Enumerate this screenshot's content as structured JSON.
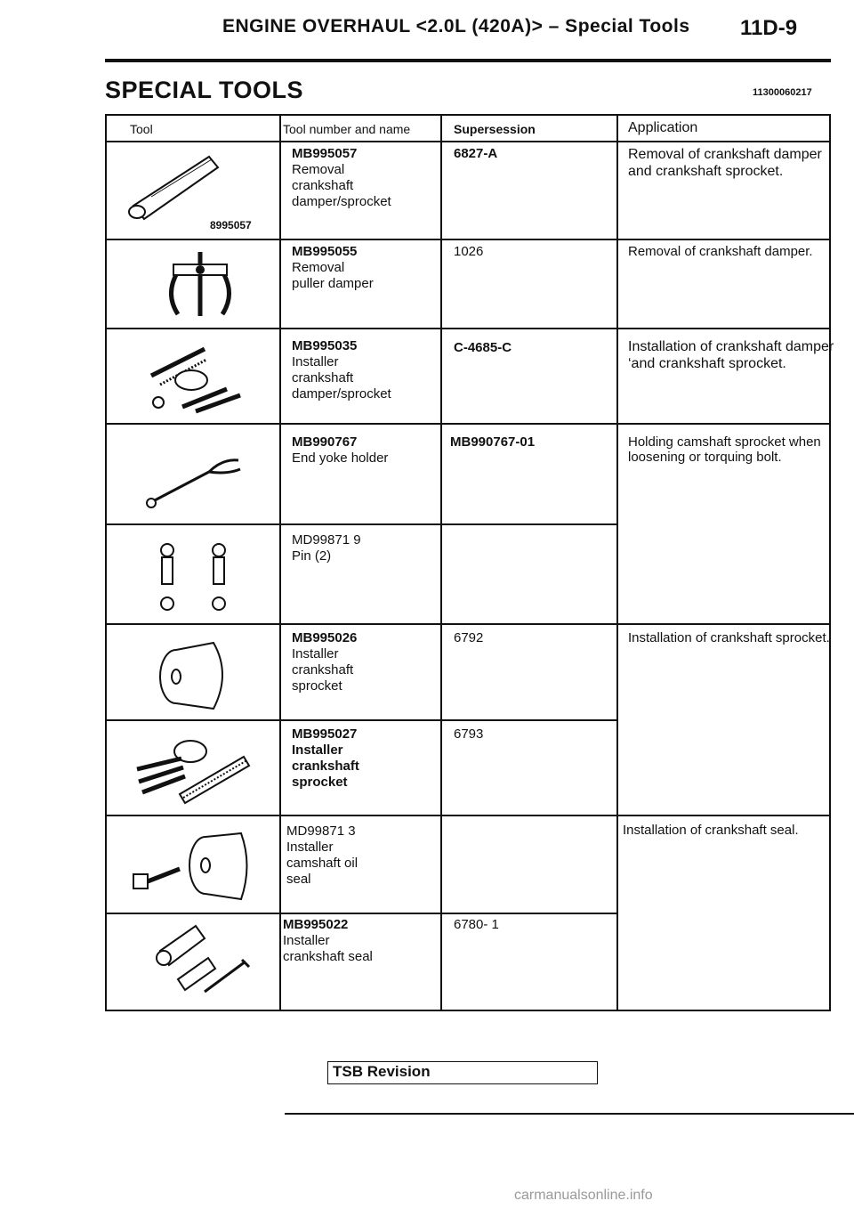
{
  "header": {
    "title": "ENGINE OVERHAUL <2.0L (420A)> – Special Tools",
    "page_number": "11D-9"
  },
  "section": {
    "title": "SPECIAL TOOLS",
    "code": "11300060217"
  },
  "table": {
    "columns": [
      "Tool",
      "Tool number and name",
      "Supersession",
      "Application"
    ],
    "rows": [
      {
        "tool_number": "MB995057",
        "tool_name": "Removal\ncrankshaft\ndamper/sprocket",
        "supersession": "6827-A",
        "application": "Removal of crankshaft damper and crankshaft sprocket.",
        "image_label": "8995057"
      },
      {
        "tool_number": "MB995055",
        "tool_name": "Removal\npuller damper",
        "supersession": "1026",
        "application": "Removal of crankshaft damper."
      },
      {
        "tool_number": "MB995035",
        "tool_name": "Installer\ncrankshaft\ndamper/sprocket",
        "supersession": "C-4685-C",
        "application": "Installation of crankshaft damper ‘and crankshaft sprocket."
      },
      {
        "tool_number": "MB990767",
        "tool_name": "End yoke holder",
        "supersession": "MB990767-01",
        "application": "Holding camshaft sprocket when loosening or torquing bolt."
      },
      {
        "tool_number": "MD99871 9",
        "tool_name": "Pin (2)",
        "supersession": "",
        "application": ""
      },
      {
        "tool_number": "MB995026",
        "tool_name": "Installer\ncrankshaft\nsprocket",
        "supersession": "6792",
        "application": "Installation of crankshaft sprocket."
      },
      {
        "tool_number": "MB995027",
        "tool_name": "Installer\ncrankshaft\nsprocket",
        "supersession": "6793",
        "application": ""
      },
      {
        "tool_number": "MD99871 3",
        "tool_name": "Installer\ncamshaft oil\nseal",
        "supersession": "",
        "application": "Installation of crankshaft seal."
      },
      {
        "tool_number": "MB995022",
        "tool_name": "Installer\ncrankshaft seal",
        "supersession": "6780- 1",
        "application": ""
      }
    ]
  },
  "footer": {
    "revision_label": "TSB Revision"
  },
  "watermark": "carmanualsonline.info"
}
